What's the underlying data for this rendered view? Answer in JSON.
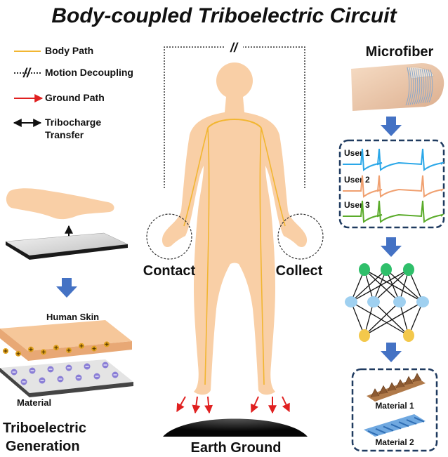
{
  "title": "Body-coupled Triboelectric Circuit",
  "legend": {
    "body_path": "Body Path",
    "decoupling_mark": "//",
    "motion_decoupling": "Motion Decoupling",
    "ground_path": "Ground Path",
    "tribocharge_line1": "Tribocharge",
    "tribocharge_line2": "Transfer"
  },
  "body": {
    "top_mark": "//",
    "contact": "Contact",
    "collect": "Collect",
    "earth_ground": "Earth Ground"
  },
  "left": {
    "human_skin": "Human Skin",
    "material": "Material",
    "generation_line1": "Triboelectric",
    "generation_line2": "Generation"
  },
  "right": {
    "microfiber": "Microfiber",
    "users": [
      "User 1",
      "User 2",
      "User 3"
    ],
    "materials": [
      "Material 1",
      "Material 2"
    ]
  },
  "colors": {
    "body_path": "#f2b632",
    "ground_arrow": "#e02020",
    "blue_arrow": "#4472c4",
    "skin": "#f9cfa6",
    "user1": "#2aa7e8",
    "user2": "#f0a070",
    "user3": "#5aab2a",
    "nn_top": "#2fbf6a",
    "nn_mid": "#9fd0f0",
    "nn_bottom": "#f3c84b"
  }
}
